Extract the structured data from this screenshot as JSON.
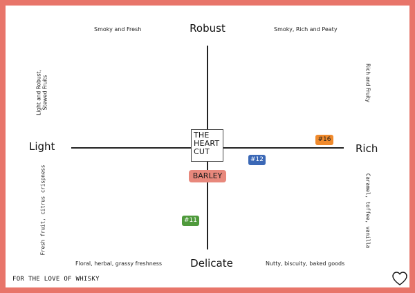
{
  "axes": {
    "top": "Robust",
    "bottom": "Delicate",
    "left": "Light",
    "right": "Rich"
  },
  "quadrants": {
    "top_left": "Smoky and Fresh",
    "top_right": "Smoky, Rich and Peaty",
    "bottom_left": "Floral, herbal, grassy freshness",
    "bottom_right": "Nutty, biscuity, baked goods"
  },
  "side_notes": {
    "left_top_line1": "Light and Robust,",
    "left_top_line2": "Stewed Fruits",
    "left_bottom": "Fresh fruit, citrus crispness",
    "right_top": "Rich and Fruity",
    "right_bottom": "Caramel, toffee, vanilla"
  },
  "logo": {
    "line1": "THE",
    "line2": "HEART",
    "line3": "CUT"
  },
  "tags": {
    "t16": "#16",
    "t12": "#12",
    "t11": "#11",
    "barley": "BARLEY"
  },
  "colors": {
    "border": "#e8756a",
    "tag16": "#f08a2c",
    "tag12": "#3b68b6",
    "tag11": "#4f9a3c",
    "barley": "#e8887c"
  },
  "footer": {
    "text": "FOR THE LOVE OF WHISKY",
    "icon": "heart-icon"
  }
}
